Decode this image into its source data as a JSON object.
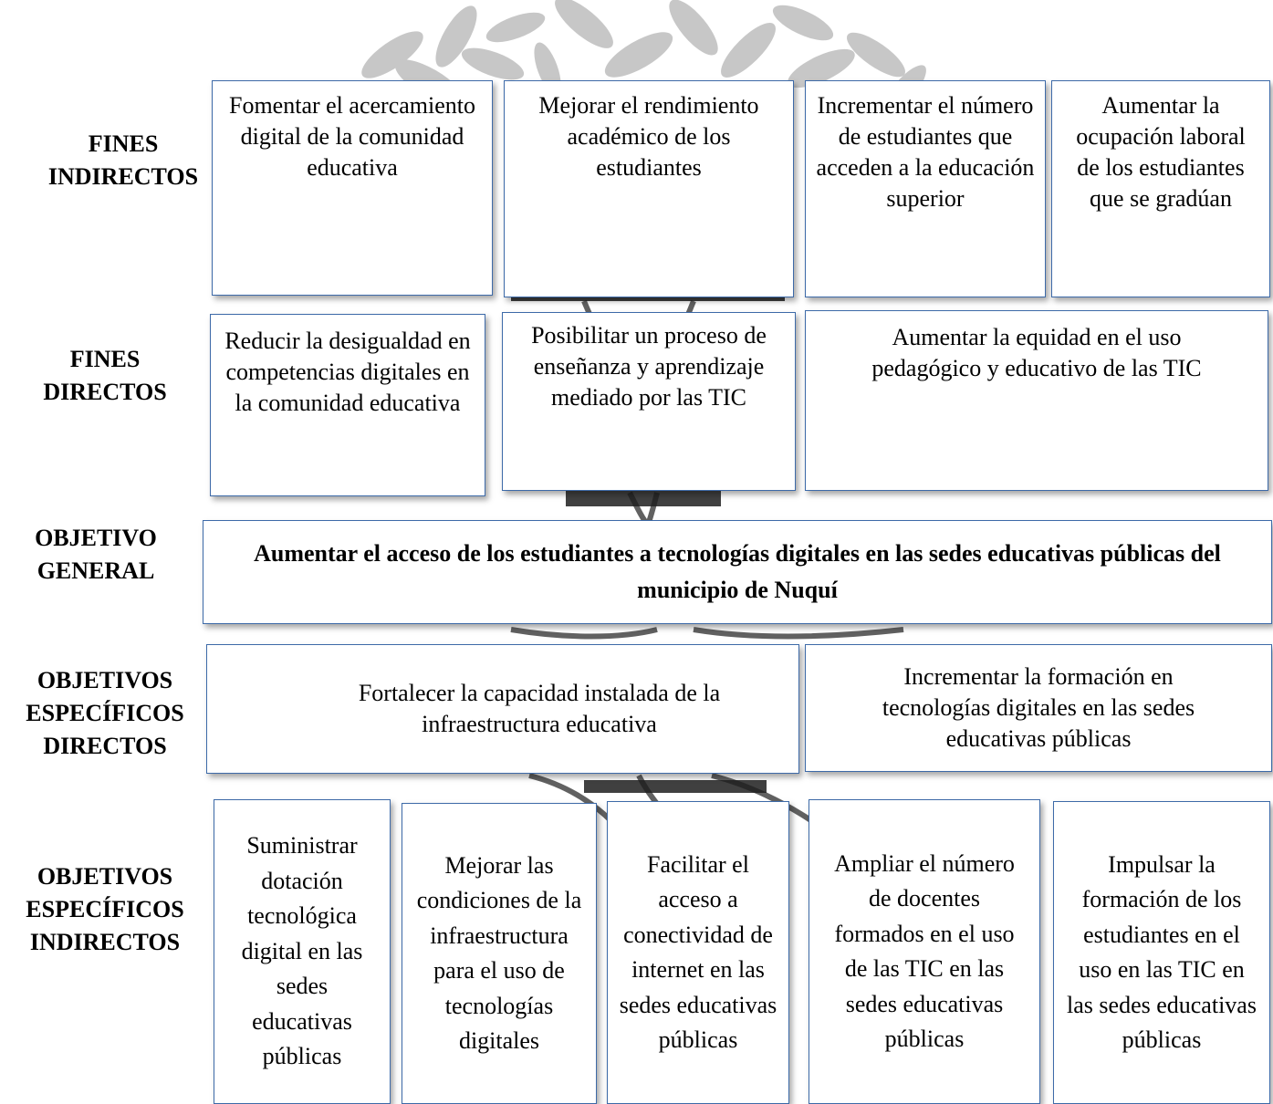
{
  "labels": {
    "fines_indirectos": [
      "FINES",
      "INDIRECTOS"
    ],
    "fines_directos": [
      "FINES",
      "DIRECTOS"
    ],
    "objetivo_general": [
      "OBJETIVO",
      "GENERAL"
    ],
    "objetivos_especificos_directos": [
      "OBJETIVOS",
      "ESPECÍFICOS",
      "DIRECTOS"
    ],
    "objetivos_especificos_indirectos": [
      "OBJETIVOS",
      "ESPECÍFICOS",
      "INDIRECTOS"
    ]
  },
  "fines_indirectos": [
    "Fomentar el acercamiento digital de la comunidad educativa",
    "Mejorar el rendimiento académico de los estudiantes",
    "Incrementar el número de estudiantes que acceden a la educación superior",
    "Aumentar la ocupación laboral de los estudiantes que se gradúan"
  ],
  "fines_directos": [
    "Reducir la desigualdad en competencias digitales en la comunidad educativa",
    "Posibilitar un proceso de enseñanza y aprendizaje mediado por las TIC",
    "Aumentar la equidad en el uso pedagógico y educativo de las TIC"
  ],
  "objetivo_general": "Aumentar el acceso de los estudiantes a tecnologías digitales en las sedes educativas públicas del municipio de Nuquí",
  "objetivos_especificos_directos": [
    "Fortalecer la capacidad instalada de la infraestructura educativa",
    "Incrementar la formación en tecnologías digitales en las sedes educativas públicas"
  ],
  "objetivos_especificos_indirectos": [
    "Suministrar dotación tecnológica digital en las sedes educativas públicas",
    "Mejorar las condiciones de la infraestructura para el uso de tecnologías digitales",
    "Facilitar el acceso a conectividad de internet en las sedes educativas públicas",
    "Ampliar el número de docentes formados en el uso de las TIC en las sedes educativas públicas",
    "Impulsar la formación de los estudiantes en el uso en las TIC en las sedes educativas públicas"
  ]
}
